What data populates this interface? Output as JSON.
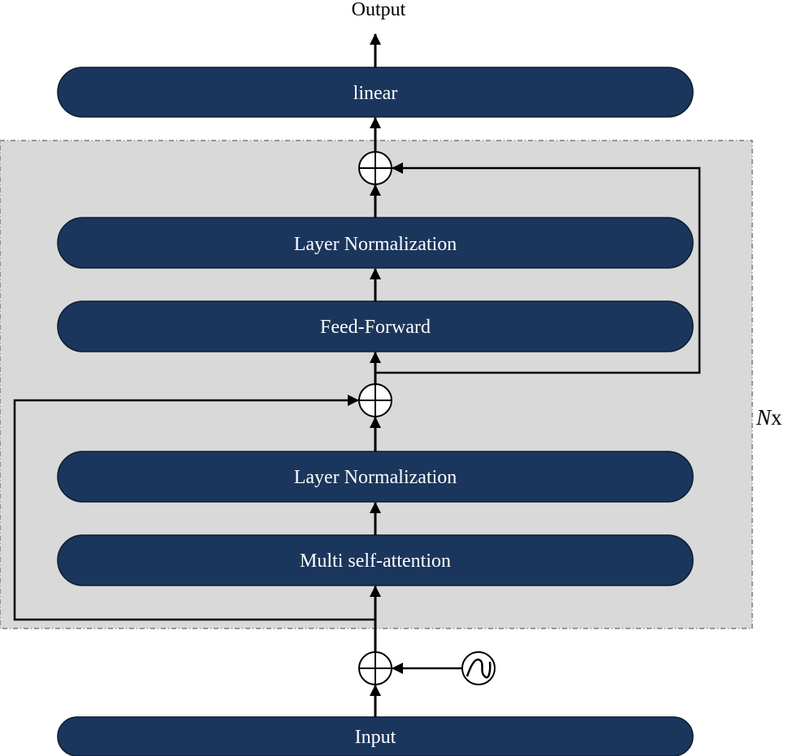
{
  "colors": {
    "block_fill": "#1b365d",
    "panel_fill": "#d9d9d9",
    "line": "#000000",
    "text_on_block": "#ffffff"
  },
  "labels": {
    "output": "Output",
    "linear": "linear",
    "layer_norm_top": "Layer Normalization",
    "feed_forward": "Feed-Forward",
    "layer_norm_bottom": "Layer Normalization",
    "multi_self_attention": "Multi self-attention",
    "input": "Input",
    "repeat_n": "N",
    "repeat_x": "x"
  },
  "icons": {
    "add": "circled-plus-icon",
    "positional_encoding": "sine-wave-icon"
  }
}
